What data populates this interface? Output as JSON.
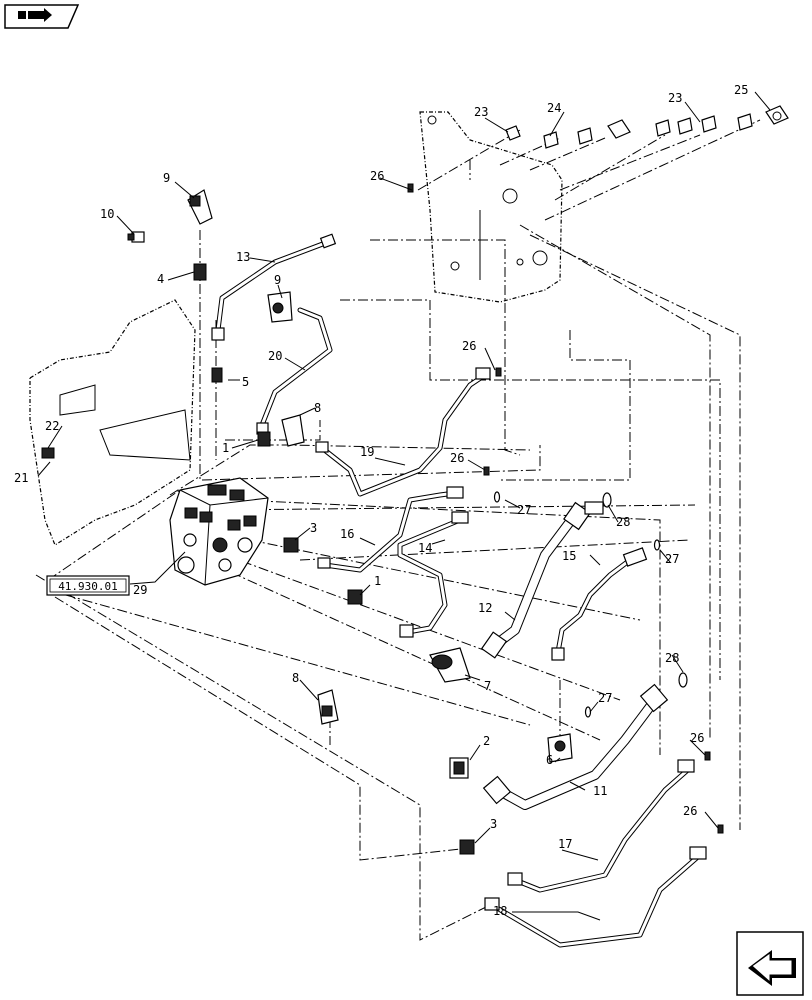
{
  "reference_box": "41.930.01",
  "callouts": {
    "c1a": "1",
    "c1b": "1",
    "c2": "2",
    "c3a": "3",
    "c3b": "3",
    "c4": "4",
    "c5": "5",
    "c6": "6",
    "c7": "7",
    "c8a": "8",
    "c8b": "8",
    "c9a": "9",
    "c9b": "9",
    "c10": "10",
    "c11": "11",
    "c12": "12",
    "c13": "13",
    "c14": "14",
    "c15": "15",
    "c16": "16",
    "c17": "17",
    "c18": "18",
    "c19": "19",
    "c20": "20",
    "c21": "21",
    "c22": "22",
    "c23a": "23",
    "c23b": "23",
    "c24": "24",
    "c25": "25",
    "c26a": "26",
    "c26b": "26",
    "c26c": "26",
    "c26d": "26",
    "c26e": "26",
    "c27a": "27",
    "c27b": "27",
    "c27c": "27",
    "c28a": "28",
    "c28b": "28",
    "c29": "29"
  },
  "icons": {
    "top_left": "book-arrow-icon",
    "bottom_right": "next-page-arrow-icon"
  }
}
